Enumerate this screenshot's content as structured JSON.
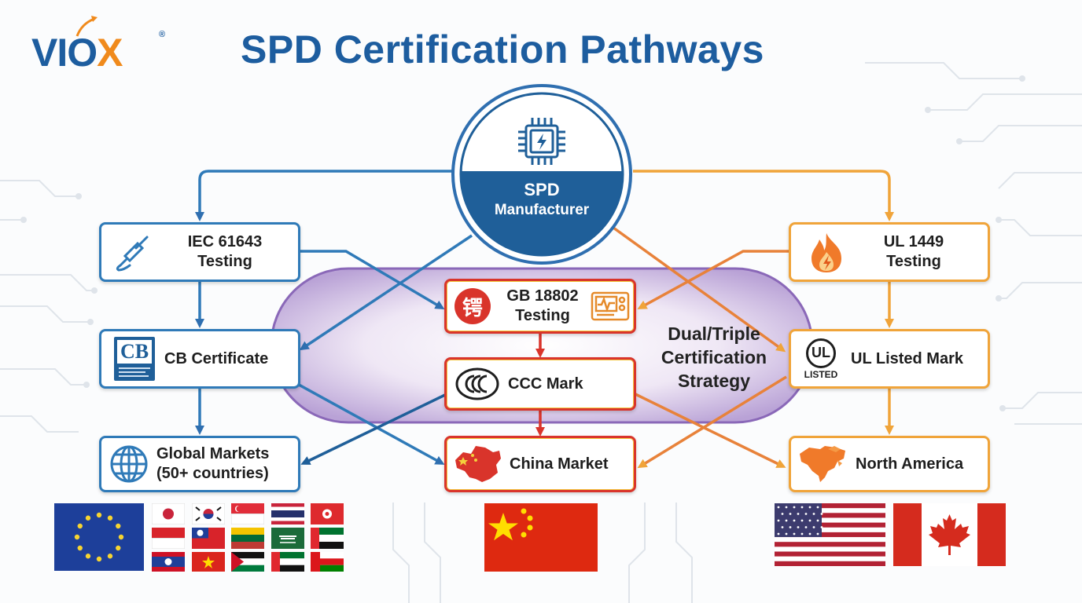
{
  "brand": {
    "logo_text": "VIOX",
    "registered": "®",
    "colors": {
      "blue": "#1d5d9f",
      "orange": "#f08a1c"
    }
  },
  "title": "SPD Certification Pathways",
  "center": {
    "line1": "SPD",
    "line2": "Manufacturer",
    "icon": "chip-lightning-icon"
  },
  "strategy": {
    "line1": "Dual/Triple",
    "line2": "Certification",
    "line3": "Strategy"
  },
  "nodes": {
    "iec": {
      "line1": "IEC 61643",
      "line2": "Testing",
      "icon": "test-probe-icon"
    },
    "cb": {
      "label": "CB Certificate",
      "icon_text": "CB"
    },
    "global": {
      "line1": "Global Markets",
      "line2": "(50+ countries)",
      "icon": "globe-icon"
    },
    "gb": {
      "line1": "GB 18802",
      "line2": "Testing",
      "badge": "锷",
      "icon": "test-equipment-icon"
    },
    "ccc": {
      "label": "CCC Mark",
      "icon": "ccc-mark-icon"
    },
    "china": {
      "label": "China Market",
      "icon": "china-map-icon"
    },
    "ul1449": {
      "line1": "UL 1449",
      "line2": "Testing",
      "icon": "flame-icon"
    },
    "ullisted": {
      "label": "UL Listed Mark",
      "icon_text": "UL",
      "icon_sub": "LISTED"
    },
    "na": {
      "label": "North America",
      "icon": "north-america-map-icon"
    }
  },
  "flags": {
    "global": [
      "eu-flag",
      "japan-flag",
      "korea-flag",
      "singapore-flag",
      "thailand-flag",
      "hong-kong-flag",
      "indonesia-flag",
      "taiwan-flag",
      "lithuania-flag",
      "saudi-arabia-flag",
      "uae-flag",
      "laos-flag",
      "vietnam-flag",
      "palestine-flag",
      "uae-flag",
      "oman-flag"
    ],
    "china": [
      "china-flag"
    ],
    "north_america": [
      "usa-flag",
      "canada-flag"
    ]
  }
}
